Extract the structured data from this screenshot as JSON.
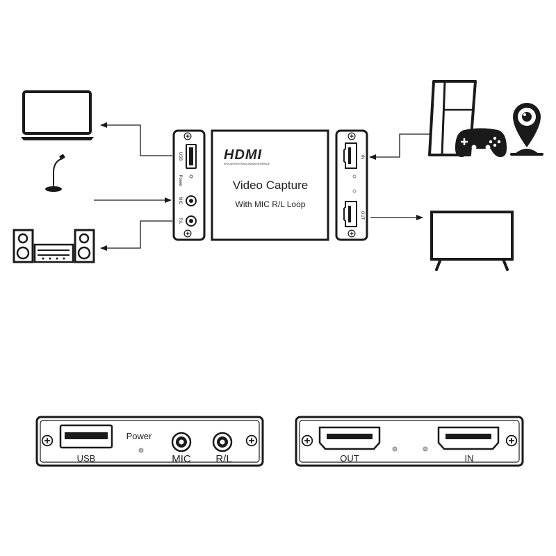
{
  "colors": {
    "line": "#1a1a1a",
    "panel": "#f2f2f2",
    "accent": "#222222"
  },
  "device": {
    "logo": "HDMI",
    "logo_tagline": "HIGH-DEFINITION MULTIMEDIA INTERFACE",
    "title": "Video Capture",
    "subtitle": "With MIC R/L Loop"
  },
  "left_panel_small": {
    "usb": "USB",
    "power": "Power",
    "mic": "MIC",
    "rl": "R/L"
  },
  "right_panel_small": {
    "in": "IN",
    "out": "OUT"
  },
  "bottom_left_panel": {
    "usb": "USB",
    "power": "Power",
    "mic": "MIC",
    "rl": "R/L"
  },
  "bottom_right_panel": {
    "out": "OUT",
    "in": "IN"
  },
  "peripherals": {
    "left": [
      "laptop-icon",
      "microphone-icon",
      "stereo-speakers-icon"
    ],
    "right": [
      "game-console-icon",
      "gamepad-icon",
      "webcam-icon",
      "television-icon"
    ]
  }
}
